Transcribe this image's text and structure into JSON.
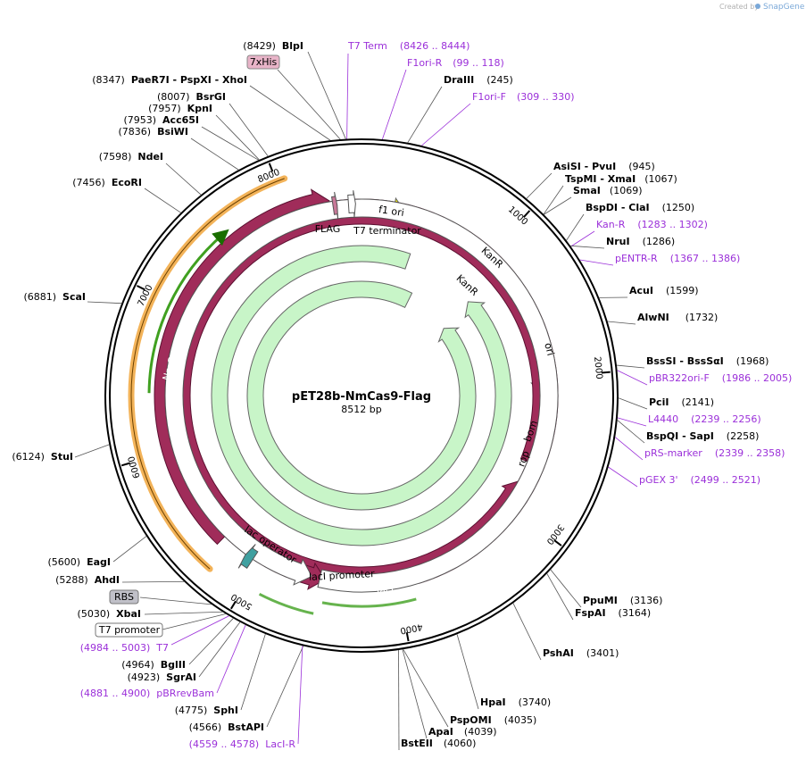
{
  "credit": {
    "prefix": "Created by",
    "brand": "SnapGene"
  },
  "plasmid": {
    "name": "pET28b-NmCas9-Flag",
    "length_label": "8512 bp",
    "length": 8512
  },
  "colors": {
    "feature_maroon": "#a02c5a",
    "ori_yellow": "#f5f50a",
    "kanr_green": "#c8f5c8",
    "primer_purple": "#9b30d9",
    "orf_orange": "#f0a030",
    "orf_green": "#40a020"
  },
  "ticks": [
    "1000",
    "2000",
    "3000",
    "4000",
    "5000",
    "6000",
    "7000",
    "8000"
  ],
  "features": [
    {
      "label": "NmCas9",
      "start": 5300,
      "end": 8290,
      "kind": "maroon-arrow",
      "dir": -1
    },
    {
      "label": "f1 ori",
      "start": 8500,
      "end": 35,
      "kind": "yellow-arrow",
      "dir": 1
    },
    {
      "label": "KanR",
      "start": 1050,
      "end": 250,
      "kind": "green-arrow-outer",
      "dir": -1
    },
    {
      "label": "KanR",
      "start": 1150,
      "end": 430,
      "kind": "green-arrow-inner",
      "dir": -1
    },
    {
      "label": "ori",
      "start": 1580,
      "end": 2180,
      "kind": "yellow-arrow-ori",
      "dir": 1
    },
    {
      "label": "bom",
      "start": 2460,
      "end": 2600,
      "kind": "grey-box"
    },
    {
      "label": "rop",
      "start": 2900,
      "end": 2750,
      "kind": "maroon-small",
      "dir": -1
    },
    {
      "label": "lacI",
      "start": 3860,
      "end": 4360,
      "kind": "maroon-arrow-lacI",
      "dir": -1
    },
    {
      "label": "lacI promoter",
      "start": 4580,
      "end": 4640,
      "kind": "white-arrow"
    },
    {
      "label": "lac operator",
      "start": 5070,
      "end": 5100,
      "kind": "teal-box"
    },
    {
      "label": "FLAG",
      "start": 8310,
      "end": 8330,
      "kind": "small-box"
    },
    {
      "label": "T7 terminator",
      "start": 8440,
      "end": 8470,
      "kind": "white-arrow"
    }
  ],
  "labels_left": [
    {
      "pos": "(8429)",
      "name": "BlpI"
    },
    {
      "pos": "",
      "name": "7xHis",
      "boxed": true
    },
    {
      "pos": "(8347)",
      "name": "PaeR7I  - PspXI  - XhoI"
    },
    {
      "pos": "(8007)",
      "name": "BsrGI"
    },
    {
      "pos": "(7957)",
      "name": "KpnI"
    },
    {
      "pos": "(7953)",
      "name": "Acc65I"
    },
    {
      "pos": "(7836)",
      "name": "BsiWI"
    },
    {
      "pos": "(7598)",
      "name": "NdeI"
    },
    {
      "pos": "(7456)",
      "name": "EcoRI"
    },
    {
      "pos": "(6881)",
      "name": "ScaI"
    },
    {
      "pos": "(6124)",
      "name": "StuI"
    },
    {
      "pos": "(5600)",
      "name": "EagI"
    },
    {
      "pos": "(5288)",
      "name": "AhdI"
    },
    {
      "pos": "",
      "name": "RBS",
      "boxed": true
    },
    {
      "pos": "(5030)",
      "name": "XbaI"
    },
    {
      "pos": "",
      "name": "T7 promoter",
      "boxed": true
    },
    {
      "pos": "(4984 .. 5003)",
      "name": "T7",
      "primer": true
    },
    {
      "pos": "(4964)",
      "name": "BglII"
    },
    {
      "pos": "(4923)",
      "name": "SgrAI"
    },
    {
      "pos": "(4881 .. 4900)",
      "name": "pBRrevBam",
      "primer": true
    },
    {
      "pos": "(4775)",
      "name": "SphI"
    },
    {
      "pos": "(4566)",
      "name": "BstAPI"
    },
    {
      "pos": "(4559 .. 4578)",
      "name": "LacI-R",
      "primer": true
    }
  ],
  "labels_right": [
    {
      "name": "T7 Term",
      "pos": "(8426 .. 8444)",
      "primer": true
    },
    {
      "name": "F1ori-R",
      "pos": "(99 .. 118)",
      "primer": true
    },
    {
      "name": "DraIII",
      "pos": "(245)"
    },
    {
      "name": "F1ori-F",
      "pos": "(309 .. 330)",
      "primer": true
    },
    {
      "name": "AsiSI  - PvuI",
      "pos": "(945)"
    },
    {
      "name": "TspMI  - XmaI",
      "pos": "(1067)"
    },
    {
      "name": "SmaI",
      "pos": "(1069)"
    },
    {
      "name": "BspDI  - ClaI",
      "pos": "(1250)"
    },
    {
      "name": "Kan-R",
      "pos": "(1283 .. 1302)",
      "primer": true
    },
    {
      "name": "NruI",
      "pos": "(1286)"
    },
    {
      "name": "pENTR-R",
      "pos": "(1367 .. 1386)",
      "primer": true
    },
    {
      "name": "AcuI",
      "pos": "(1599)"
    },
    {
      "name": "AlwNI",
      "pos": "(1732)"
    },
    {
      "name": "BssSI  - BssSαI",
      "pos": "(1968)"
    },
    {
      "name": "pBR322ori-F",
      "pos": "(1986 .. 2005)",
      "primer": true
    },
    {
      "name": "PciI",
      "pos": "(2141)"
    },
    {
      "name": "L4440",
      "pos": "(2239 .. 2256)",
      "primer": true
    },
    {
      "name": "BspQI  - SapI",
      "pos": "(2258)"
    },
    {
      "name": "pRS-marker",
      "pos": "(2339 .. 2358)",
      "primer": true
    },
    {
      "name": "pGEX 3'",
      "pos": "(2499 .. 2521)",
      "primer": true
    },
    {
      "name": "PpuMI",
      "pos": "(3136)"
    },
    {
      "name": "FspAI",
      "pos": "(3164)"
    },
    {
      "name": "PshAI",
      "pos": "(3401)"
    },
    {
      "name": "HpaI",
      "pos": "(3740)"
    },
    {
      "name": "PspOMI",
      "pos": "(4035)"
    },
    {
      "name": "ApaI",
      "pos": "(4039)"
    },
    {
      "name": "BstEII",
      "pos": "(4060)"
    }
  ]
}
